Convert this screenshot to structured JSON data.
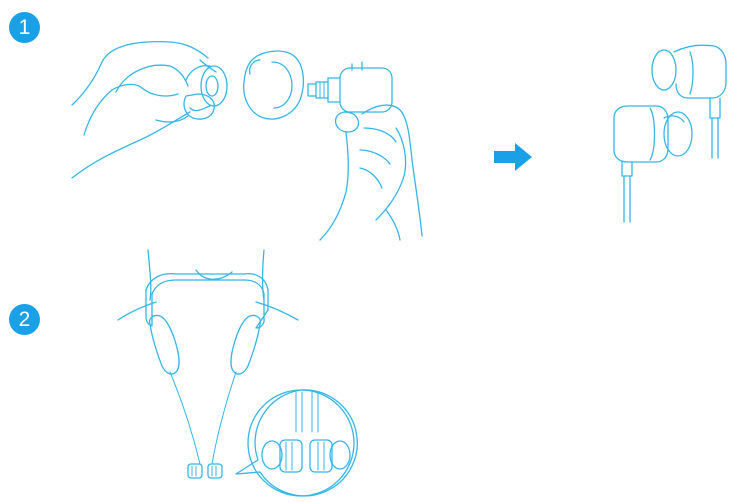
{
  "steps": [
    {
      "number": "1"
    },
    {
      "number": "2"
    }
  ],
  "colors": {
    "line": "#35b6e6",
    "badge": "#1aa0e6",
    "arrow": "#1aa0e6",
    "background": "#ffffff"
  },
  "icons": {
    "step1_illustration": "hands-attaching-ear-tip",
    "arrow": "arrow-right-icon",
    "result": "assembled-earbuds",
    "step2_illustration": "neckband-headset-worn",
    "zoom": "magnified-earbuds-callout"
  }
}
